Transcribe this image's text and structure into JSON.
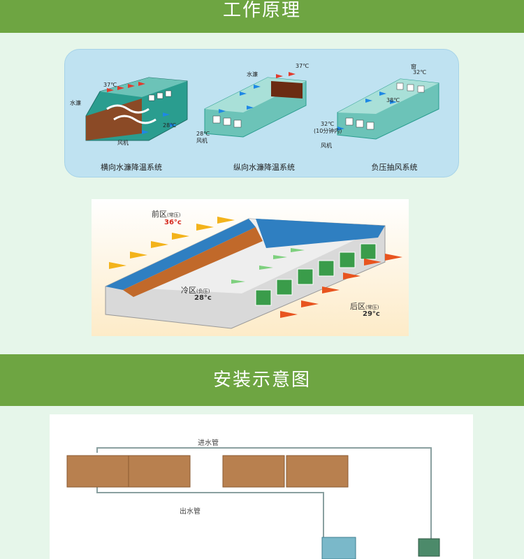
{
  "section1": {
    "title": "工作原理"
  },
  "section2": {
    "title": "安装示意图"
  },
  "diagrams": [
    {
      "caption": "横向水濂降温系统",
      "labels": {
        "water_curtain": "水濂",
        "temp_hot": "37℃",
        "temp_cool": "28℃",
        "fan": "风机"
      }
    },
    {
      "caption": "纵向水濂降温系统",
      "labels": {
        "water_curtain": "水濂",
        "temp_hot": "37℃",
        "temp_cool": "28℃",
        "fan": "风机"
      }
    },
    {
      "caption": "负压抽风系统",
      "labels": {
        "window": "窗",
        "temp_window": "32℃",
        "temp_inside": "38℃",
        "temp_out": "32℃",
        "duration": "(10分钟内)",
        "fan": "风机"
      }
    }
  ],
  "zones": {
    "front": {
      "name": "前区",
      "pressure": "(常压)",
      "temp": "36°c"
    },
    "cold": {
      "name": "冷区",
      "pressure": "(负压)",
      "temp": "28°c"
    },
    "rear": {
      "name": "后区",
      "pressure": "(常压)",
      "temp": "29°c"
    }
  },
  "install": {
    "inlet_pipe": "进水管",
    "outlet_pipe": "出水管"
  },
  "colors": {
    "header": "#6ea542",
    "page_bg": "#e6f6ea",
    "panel_bg": "#bfe2f1",
    "pad": "#b8804f"
  }
}
